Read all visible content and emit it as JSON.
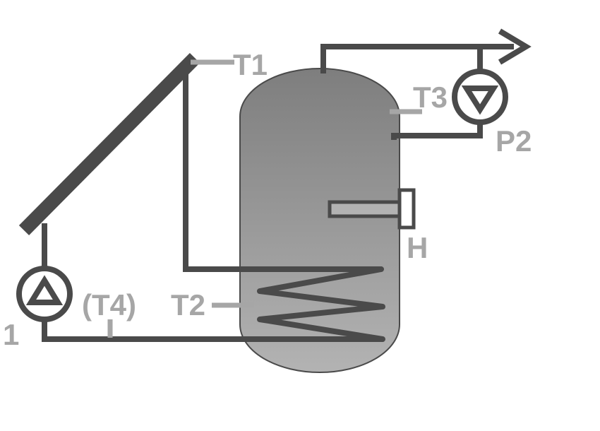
{
  "labels": {
    "t1": "T1",
    "t2": "T2",
    "t3": "T3",
    "t4": "(T4)",
    "p1": "1",
    "p2": "P2",
    "h": "H"
  },
  "colors": {
    "pipe": "#4a4a4a",
    "sensor": "#a6a6a6",
    "tank_top": "#7e7e7e",
    "tank_bottom": "#b3b3b3",
    "label": "#a6a6a6",
    "background": "#ffffff"
  },
  "icons": {
    "pump_1": "pump-up-triangle-icon",
    "pump_2": "pump-down-triangle-icon",
    "outlet": "arrow-right-icon"
  }
}
